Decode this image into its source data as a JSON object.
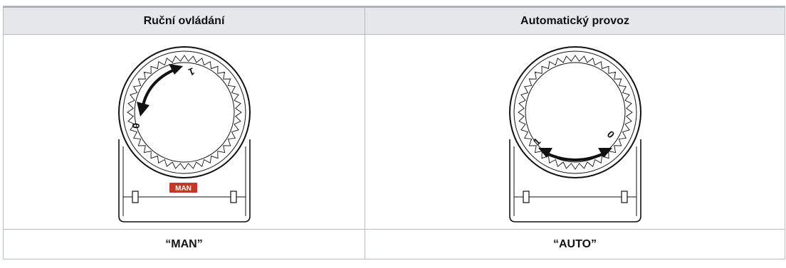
{
  "table": {
    "headers": [
      "Ruční ovládání",
      "Automatický provoz"
    ],
    "captions": [
      "“MAN”",
      "“AUTO”"
    ]
  },
  "manual_figure": {
    "dial_label_start": "1",
    "dial_label_end": "0",
    "badge_text": "MAN",
    "badge_color": "#c0392b"
  },
  "auto_figure": {
    "dial_label_left": "1",
    "dial_label_right": "0"
  }
}
